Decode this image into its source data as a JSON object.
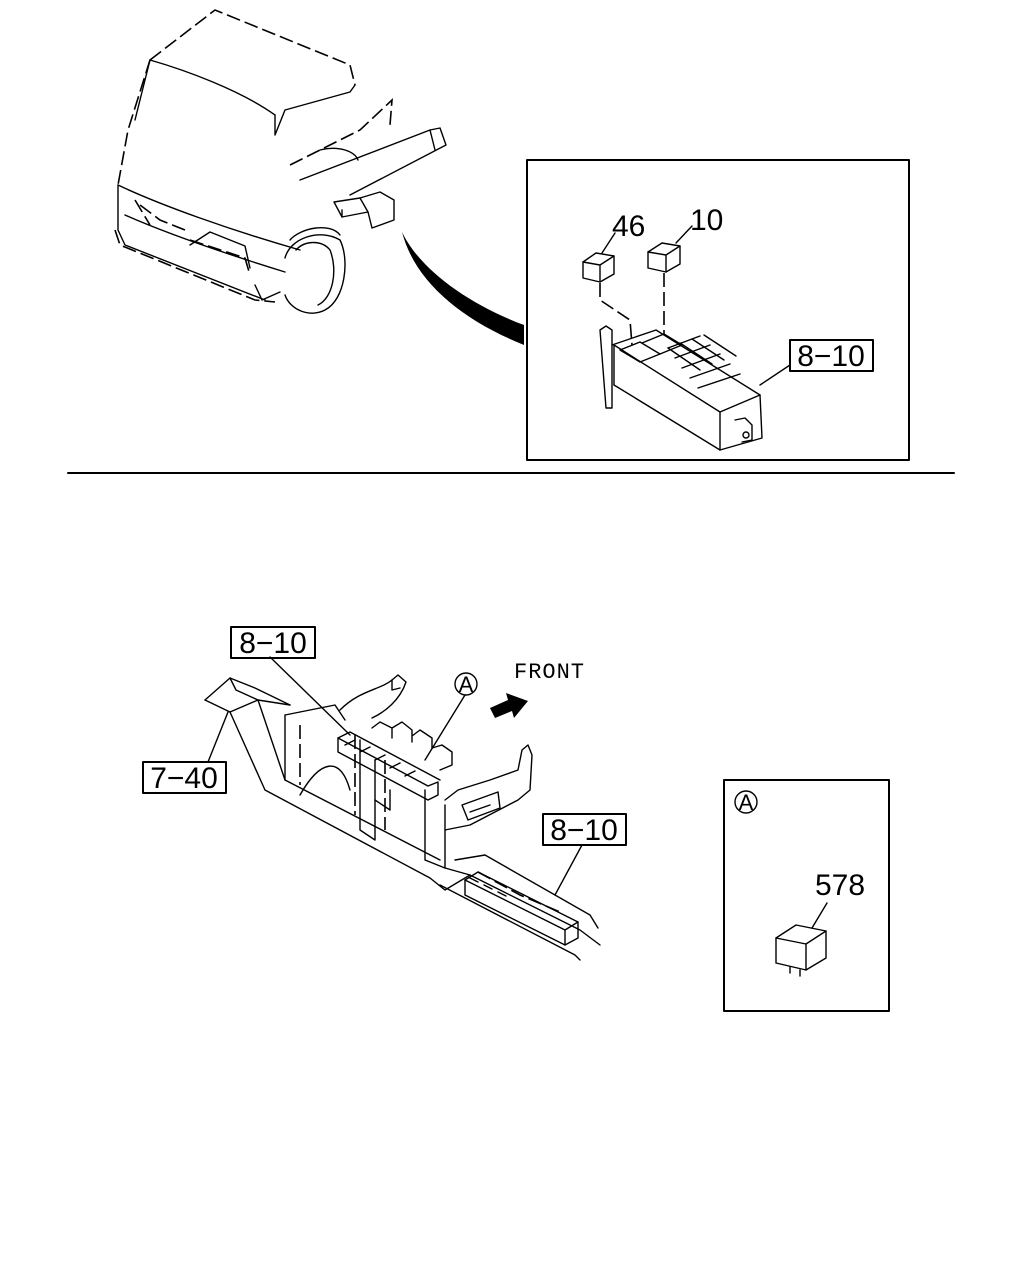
{
  "top_detail": {
    "parts": [
      "46",
      "10"
    ],
    "assembly_ref": "8−10"
  },
  "bottom_view": {
    "refs": {
      "upper_box": "8−10",
      "frame": "7−40",
      "lower_box": "8−10"
    },
    "view_marker": "A",
    "direction_label": "FRONT"
  },
  "detail_a": {
    "marker": "A",
    "part": "578"
  }
}
